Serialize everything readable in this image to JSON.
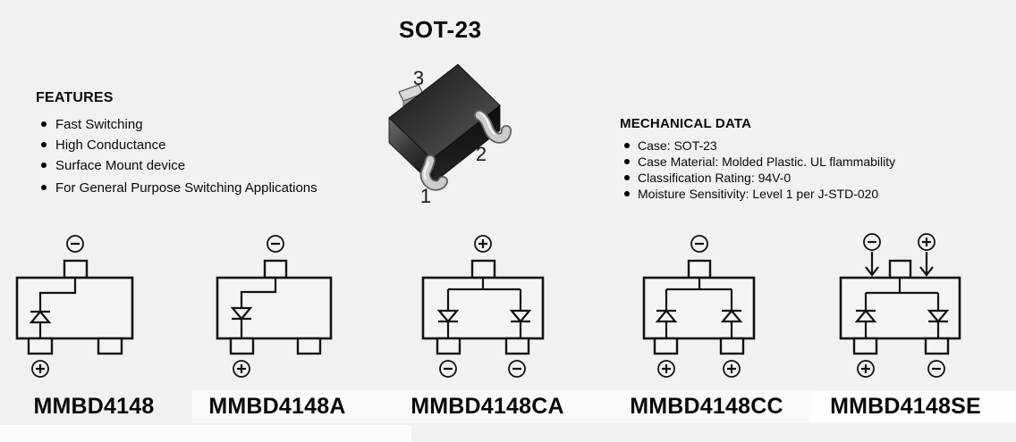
{
  "page": {
    "title": "SOT-23",
    "background": "#f1f1f1",
    "text_color": "#0a0a0a"
  },
  "features": {
    "heading": "FEATURES",
    "items": [
      "Fast Switching",
      "High Conductance",
      "Surface Mount device",
      "For General Purpose Switching Applications"
    ]
  },
  "mechanical": {
    "heading": "MECHANICAL DATA",
    "items": [
      "Case: SOT-23",
      "Case Material: Molded Plastic. UL flammability",
      "Classification Rating: 94V-0",
      "Moisture Sensitivity: Level 1 per J-STD-020"
    ]
  },
  "package_figure": {
    "description": "3D render of SOT-23 plastic package with three gull-wing leads",
    "pin_numbers": [
      "1",
      "2",
      "3"
    ],
    "body_color": "#1d1d1d",
    "lead_color": "#c8c8c8"
  },
  "icons": {
    "bullet": "CSS black dot",
    "polarity_plus": "circled + drawn in SVG",
    "polarity_minus": "circled − drawn in SVG",
    "arrow_down": "SVG open-head down arrow",
    "diode": "SVG open triangle with cathode bar"
  },
  "diagrams": [
    {
      "part": "MMBD4148",
      "configuration": "single diode, cathode to top pin",
      "polarity": {
        "top": "-",
        "bottom_left": "+"
      }
    },
    {
      "part": "MMBD4148A",
      "configuration": "single diode, drawn cathode-down",
      "polarity": {
        "top": "-",
        "bottom_left": "+"
      }
    },
    {
      "part": "MMBD4148CA",
      "configuration": "dual diode common anode",
      "polarity": {
        "top": "+",
        "bottom_left": "-",
        "bottom_right": "-"
      }
    },
    {
      "part": "MMBD4148CC",
      "configuration": "dual diode common cathode",
      "polarity": {
        "top": "-",
        "bottom_left": "+",
        "bottom_right": "+"
      }
    },
    {
      "part": "MMBD4148SE",
      "configuration": "series pair, junction at top pin",
      "polarity": {
        "top_left": "-",
        "top_right": "+",
        "bottom_left": "+",
        "bottom_right": "-"
      }
    }
  ]
}
